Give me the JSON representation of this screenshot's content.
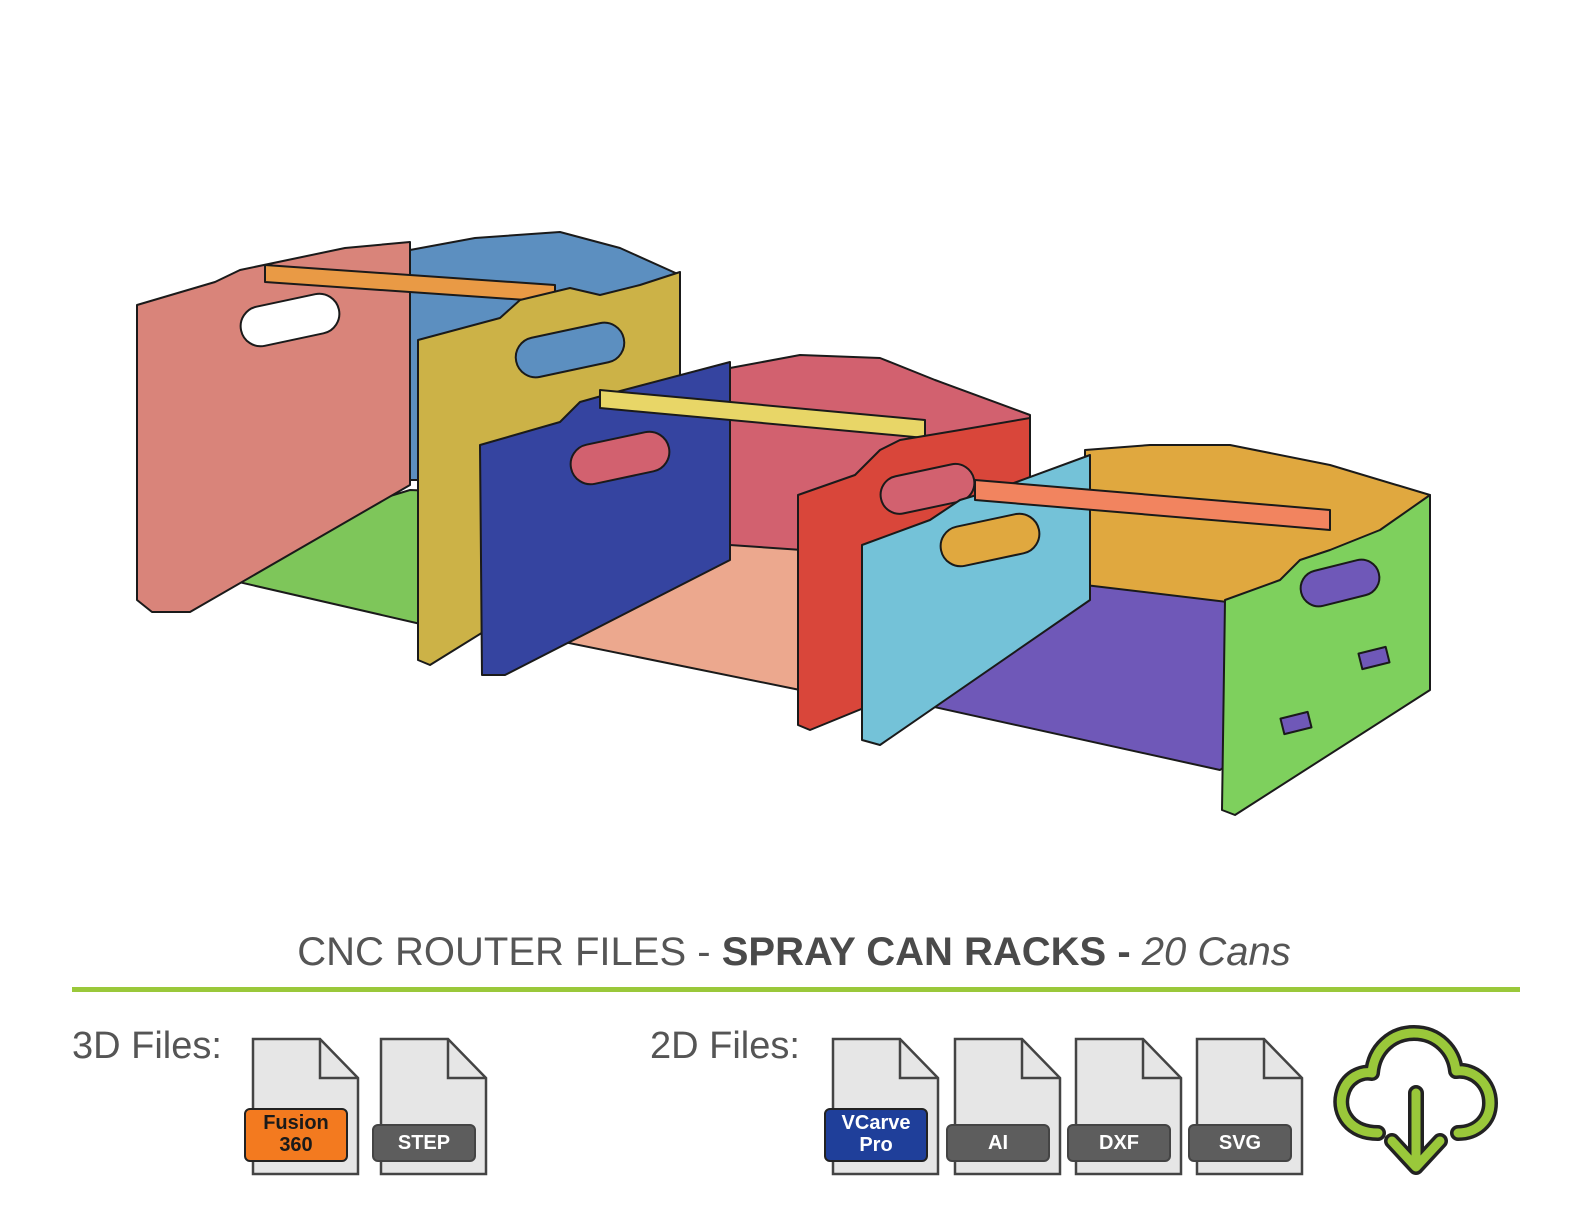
{
  "title": {
    "prefix": "CNC ROUTER FILES - ",
    "product": "SPRAY CAN RACKS - ",
    "capacity": "20 Cans"
  },
  "files_3d": {
    "label": "3D Files:",
    "formats": [
      "Fusion 360",
      "STEP"
    ]
  },
  "files_2d": {
    "label": "2D Files:",
    "formats": [
      "VCarve Pro",
      "AI",
      "DXF",
      "SVG"
    ]
  },
  "download_icon": "cloud-download-icon",
  "colors": {
    "accent_green": "#9ac83a",
    "fusion_orange": "#f37a1f",
    "vcarve_blue": "#1f3f9a",
    "badge_gray": "#5d5d5d"
  }
}
